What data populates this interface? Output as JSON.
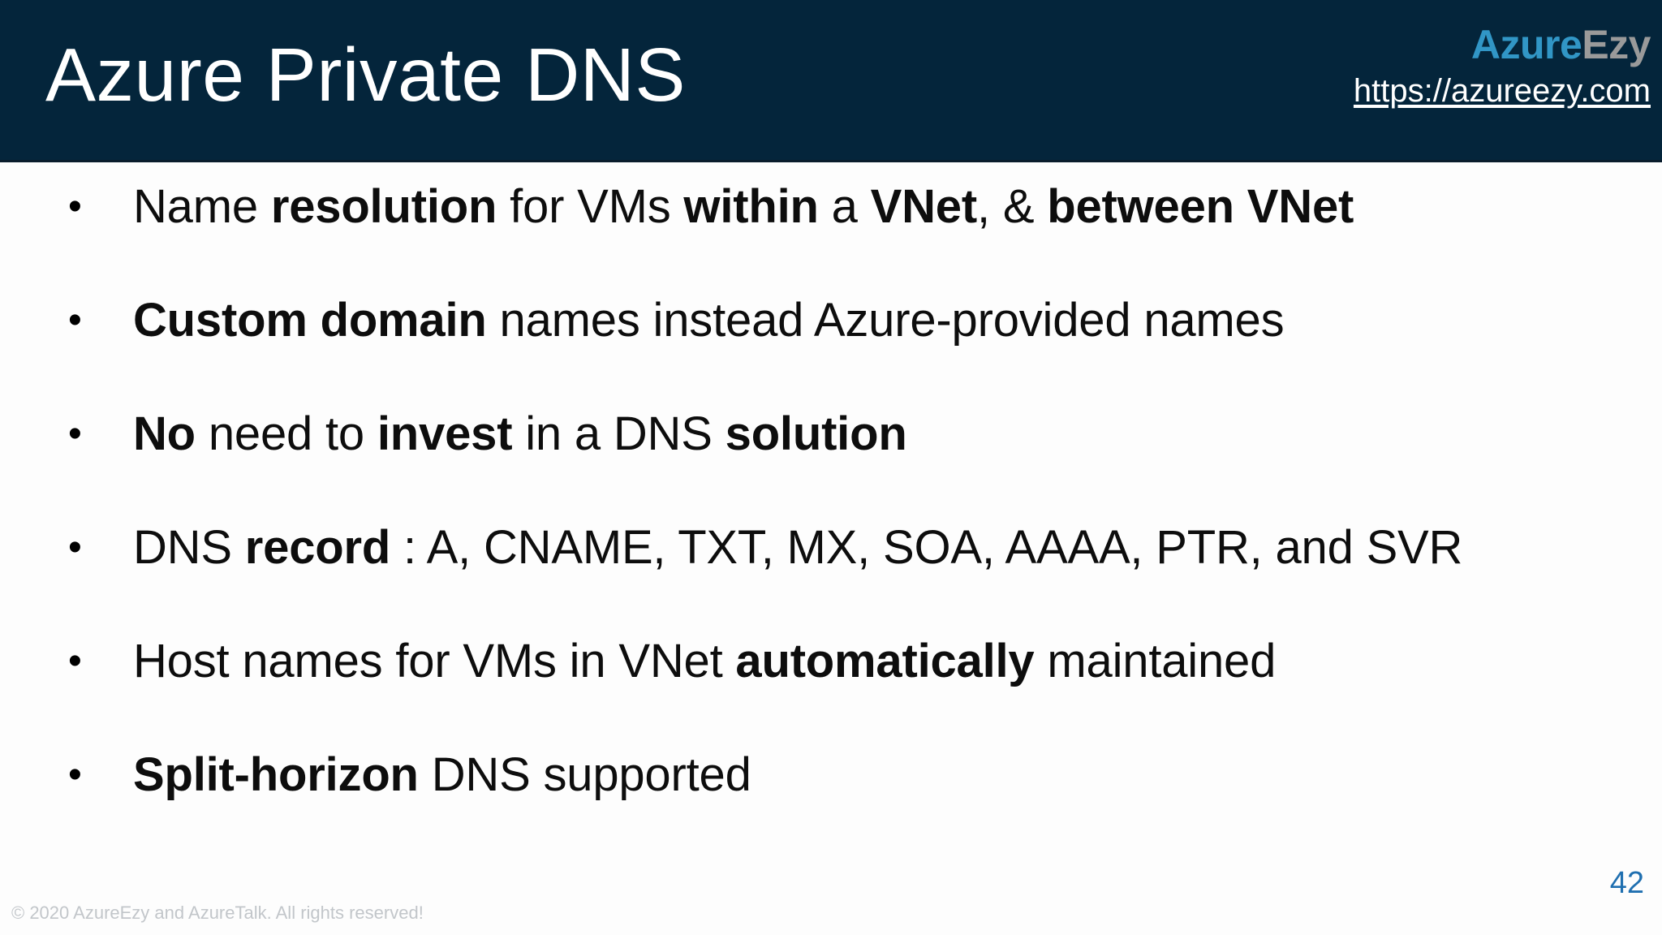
{
  "slide": {
    "title": "Azure Private DNS",
    "page_number": "42",
    "copyright": "© 2020 AzureEzy and AzureTalk. All rights reserved!",
    "header_bg": "#04253b",
    "body_bg": "#fdfdfd",
    "accent_blue": "#3196c6",
    "page_number_color": "#1f6fb0"
  },
  "brand": {
    "logo_primary": "Azure",
    "logo_secondary": "Ezy",
    "url": "https://azureezy.com"
  },
  "bullets": {
    "marker": "•",
    "items": [
      {
        "id": "name-resolution",
        "runs": [
          {
            "t": "Name ",
            "b": false
          },
          {
            "t": "resolution",
            "b": true
          },
          {
            "t": " for VMs ",
            "b": false
          },
          {
            "t": "within",
            "b": true
          },
          {
            "t": " a ",
            "b": false
          },
          {
            "t": "VNet",
            "b": true
          },
          {
            "t": ", & ",
            "b": false
          },
          {
            "t": "between VNet",
            "b": true
          }
        ]
      },
      {
        "id": "custom-domain",
        "runs": [
          {
            "t": "Custom domain",
            "b": true
          },
          {
            "t": " names instead Azure-provided names",
            "b": false
          }
        ]
      },
      {
        "id": "no-invest",
        "runs": [
          {
            "t": "No",
            "b": true
          },
          {
            "t": " need to ",
            "b": false
          },
          {
            "t": "invest",
            "b": true
          },
          {
            "t": " in a DNS ",
            "b": false
          },
          {
            "t": "solution",
            "b": true
          }
        ]
      },
      {
        "id": "dns-records",
        "runs": [
          {
            "t": "DNS ",
            "b": false
          },
          {
            "t": "record",
            "b": true
          },
          {
            "t": " : A, CNAME, TXT, MX, SOA, AAAA, PTR, and SVR",
            "b": false
          }
        ]
      },
      {
        "id": "host-names",
        "runs": [
          {
            "t": "Host names for VMs in VNet ",
            "b": false
          },
          {
            "t": "automatically",
            "b": true
          },
          {
            "t": " maintained",
            "b": false
          }
        ]
      },
      {
        "id": "split-horizon",
        "runs": [
          {
            "t": "Split-horizon",
            "b": true
          },
          {
            "t": " DNS supported",
            "b": false
          }
        ]
      }
    ]
  }
}
